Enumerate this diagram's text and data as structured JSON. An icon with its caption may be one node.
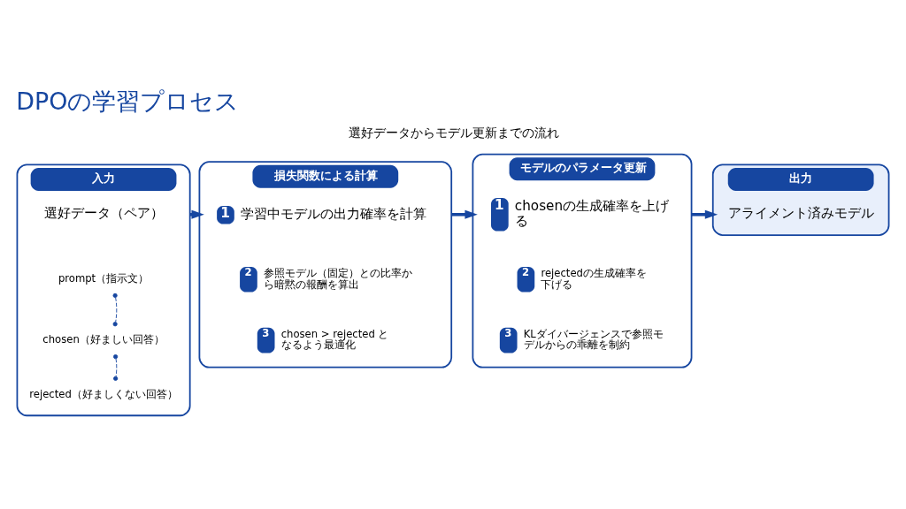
{
  "diagram": {
    "title": "DPOの学習プロセス",
    "nodes": [
      {
        "text": [
          "入力"
        ]
      },
      {
        "text": [
          "選好データ（ペア）"
        ],
        "in": 0
      },
      {
        "text": [
          "prompt（指示文）"
        ],
        "in": 0
      },
      {
        "text": [
          "chosen（好ましい回答）"
        ],
        "in": 0
      },
      {
        "text": [
          "rejected（好ましくない回答）"
        ],
        "in": 0
      },
      {
        "text": [
          "損失関数による計算"
        ]
      },
      {
        "text": [
          "1",
          "学習中モデルの出力確率を計算"
        ],
        "in": 5
      },
      {
        "text": [
          "2",
          "参照モデル（固定）との比率から暗黙の報酬を算出"
        ],
        "in": 5
      },
      {
        "text": [
          "3",
          "chosen > rejected となるよう最適化"
        ],
        "in": 5
      },
      {
        "text": [
          "モデルのパラメータ更新"
        ]
      },
      {
        "text": [
          "1",
          "chosenの生成確率を上げる"
        ],
        "in": 9
      },
      {
        "text": [
          "2",
          "rejectedの生成確率を下げる"
        ],
        "in": 9
      },
      {
        "text": [
          "3",
          "KLダイバージェンスで参照モデルからの乖離を制約"
        ],
        "in": 9
      },
      {
        "text": [
          "出力"
        ]
      },
      {
        "text": [
          "アライメント済みモデル"
        ],
        "in": 13
      }
    ],
    "edges": [
      {
        "from": 0,
        "to": 5,
        "arrow": "to"
      },
      {
        "from": 5,
        "to": 9,
        "arrow": "to"
      },
      {
        "from": 9,
        "to": 13,
        "arrow": "to"
      },
      {
        "from": 2,
        "to": 3,
        "arrow": "other",
        "style": "dashed"
      },
      {
        "from": 3,
        "to": 4,
        "arrow": "other",
        "style": "dashed"
      }
    ],
    "labels": [
      "選好データからモデル更新までの流れ"
    ]
  }
}
